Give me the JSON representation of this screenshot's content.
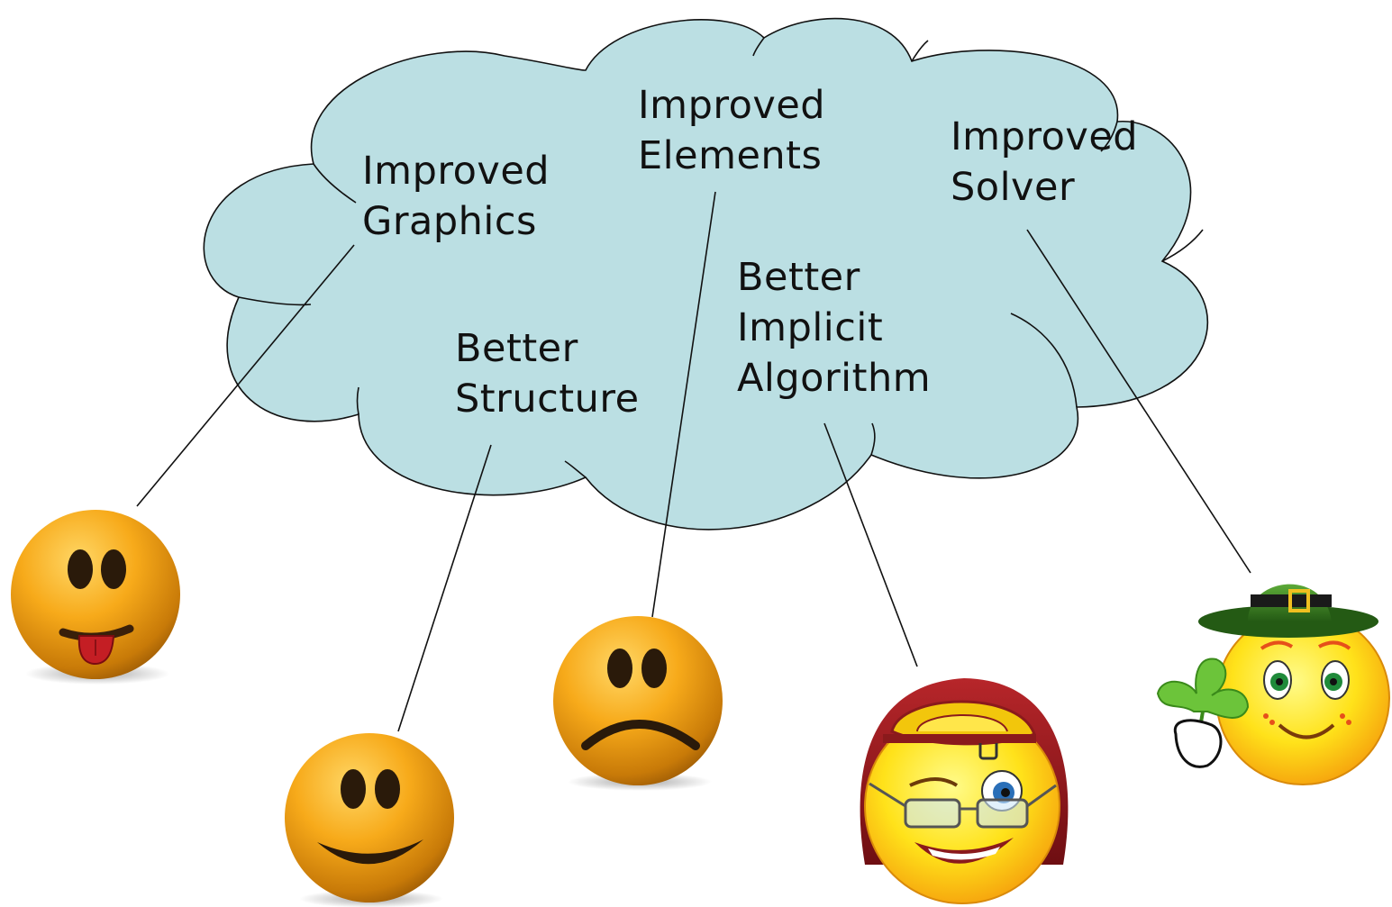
{
  "cloud_fill": "#bbdfe3",
  "line_color": "#111111",
  "labels": {
    "graphics": {
      "line1": "Improved",
      "line2": "Graphics"
    },
    "elements": {
      "line1": "Improved",
      "line2": "Elements"
    },
    "solver": {
      "line1": "Improved",
      "line2": "Solver"
    },
    "structure": {
      "line1": "Better",
      "line2": "Structure"
    },
    "implicit": {
      "line1": "Better",
      "line2": "Implicit",
      "line3": "Algorithm"
    }
  },
  "faces": [
    {
      "name": "tongue-out-smiley-icon",
      "mood": "tongue-out"
    },
    {
      "name": "happy-smiley-icon",
      "mood": "happy"
    },
    {
      "name": "sad-smiley-icon",
      "mood": "sad"
    },
    {
      "name": "winking-cap-glasses-smiley-icon",
      "mood": "wink"
    },
    {
      "name": "leprechaun-shamrock-smiley-icon",
      "mood": "lucky"
    }
  ]
}
